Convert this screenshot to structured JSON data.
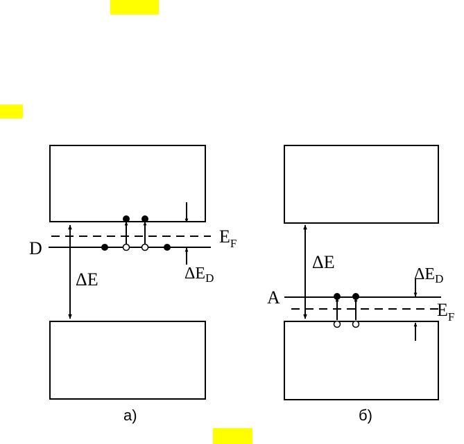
{
  "panel_a": {
    "level_label": "D",
    "fermi_main": "E",
    "fermi_sub": "F",
    "gap_label": "ΔE",
    "delta_main": "ΔE",
    "delta_sub": "D",
    "caption": "а)"
  },
  "panel_b": {
    "level_label": "A",
    "fermi_main": "E",
    "fermi_sub": "F",
    "gap_label": "ΔE",
    "delta_main": "ΔE",
    "delta_sub": "D",
    "caption": "б)"
  },
  "colors": {
    "highlight": "#ffff00",
    "stroke": "#000000"
  }
}
